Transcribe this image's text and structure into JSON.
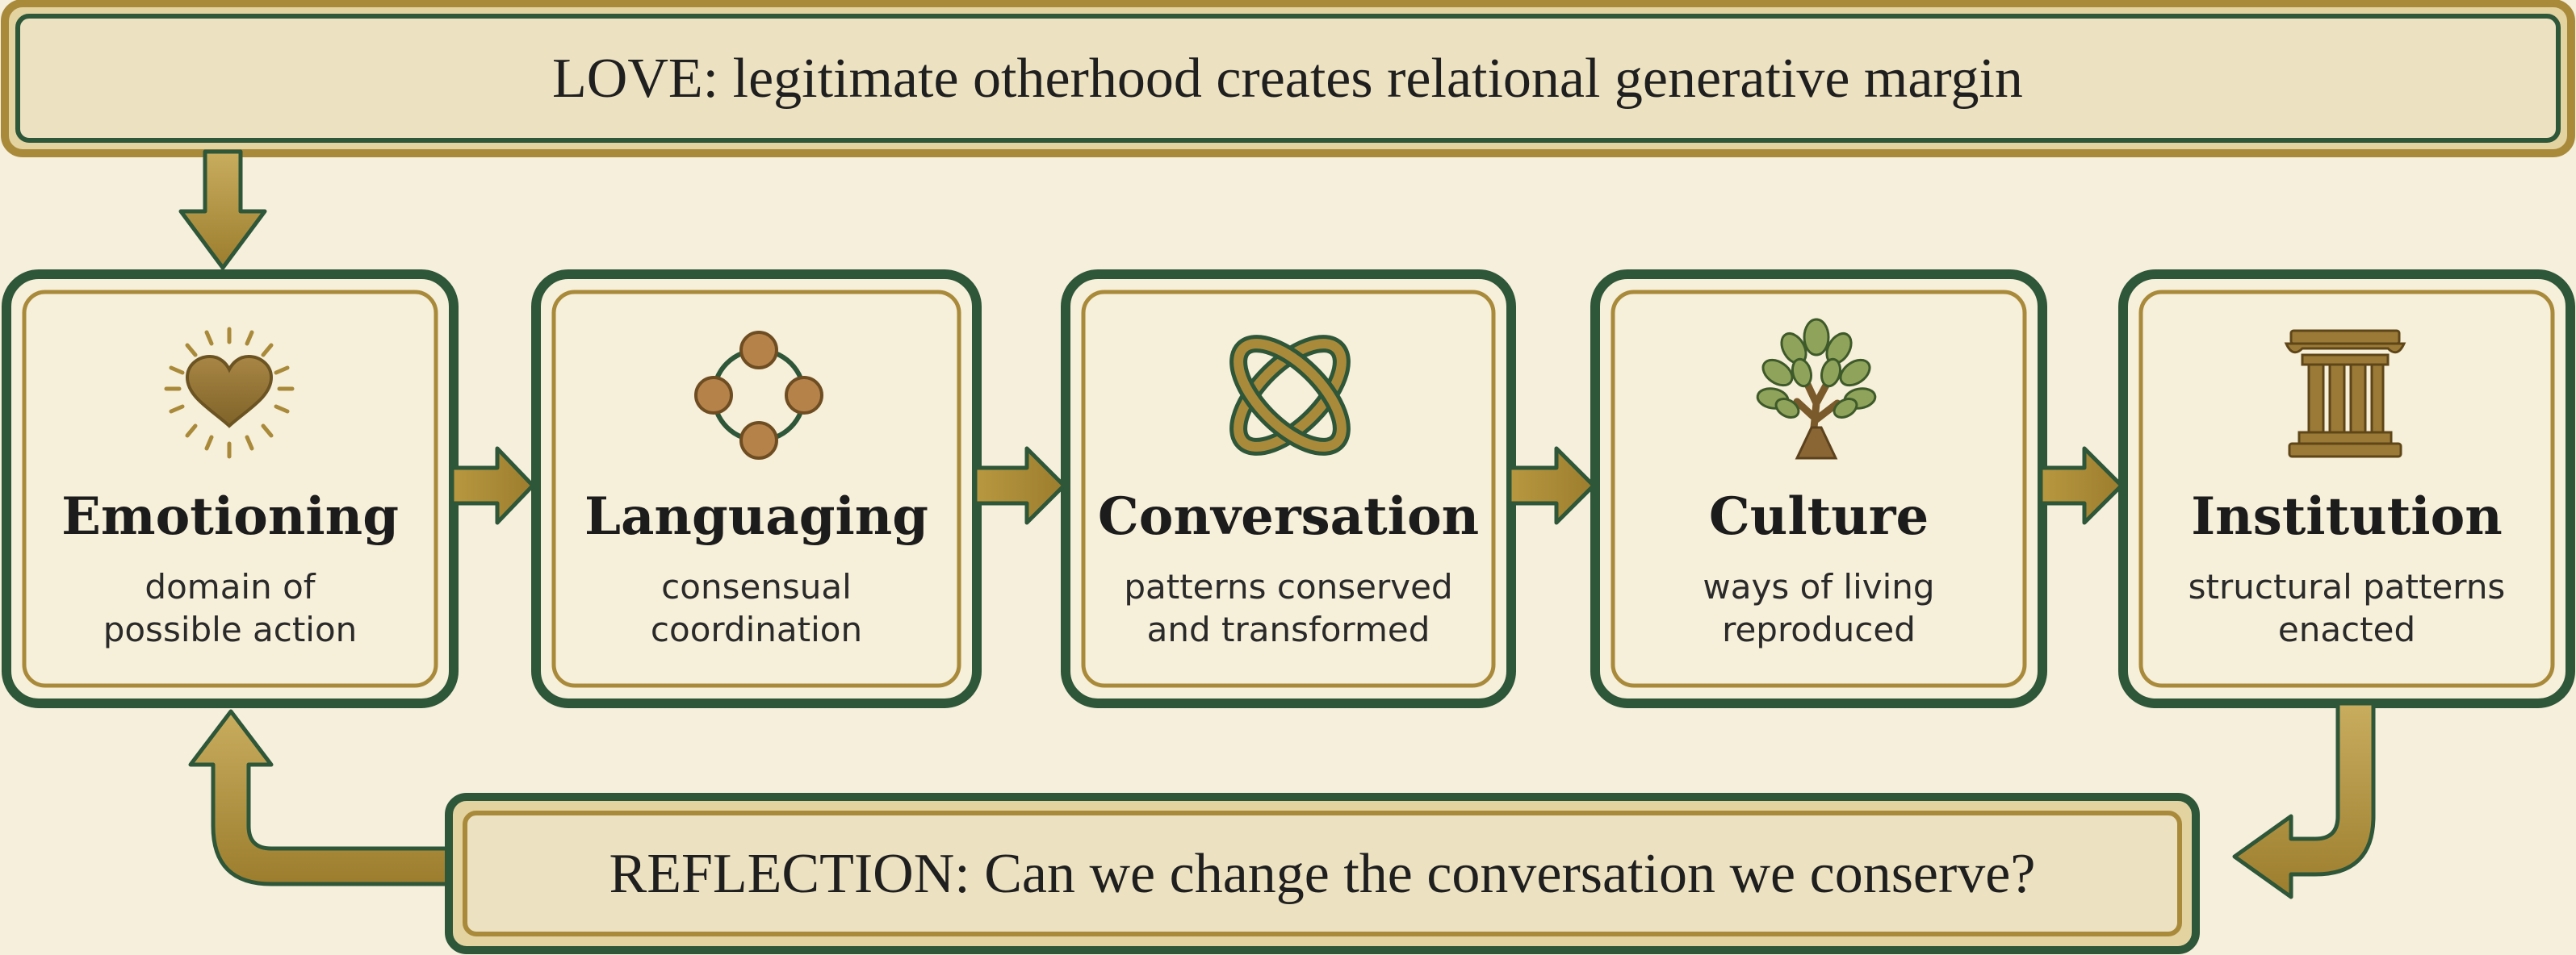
{
  "top_banner": {
    "text": "LOVE: legitimate otherhood creates relational generative margin"
  },
  "stages": [
    {
      "title": "Emotioning",
      "subtitle_line1": "domain of",
      "subtitle_line2": "possible action",
      "icon": "heart-radiant-icon"
    },
    {
      "title": "Languaging",
      "subtitle_line1": "consensual",
      "subtitle_line2": "coordination",
      "icon": "connected-circles-icon"
    },
    {
      "title": "Conversation",
      "subtitle_line1": "patterns conserved",
      "subtitle_line2": "and transformed",
      "icon": "interlocking-rings-icon"
    },
    {
      "title": "Culture",
      "subtitle_line1": "ways of living",
      "subtitle_line2": "reproduced",
      "icon": "tree-icon"
    },
    {
      "title": "Institution",
      "subtitle_line1": "structural patterns",
      "subtitle_line2": "enacted",
      "icon": "pillar-icon"
    }
  ],
  "bottom_banner": {
    "text": "REFLECTION: Can we change the conversation we conserve?"
  },
  "colors": {
    "background": "#f5efdc",
    "panel_fill": "#f4ecd6",
    "dark_green": "#2e5638",
    "gold": "#a98a3a",
    "icon_brown": "#8a6d30"
  }
}
